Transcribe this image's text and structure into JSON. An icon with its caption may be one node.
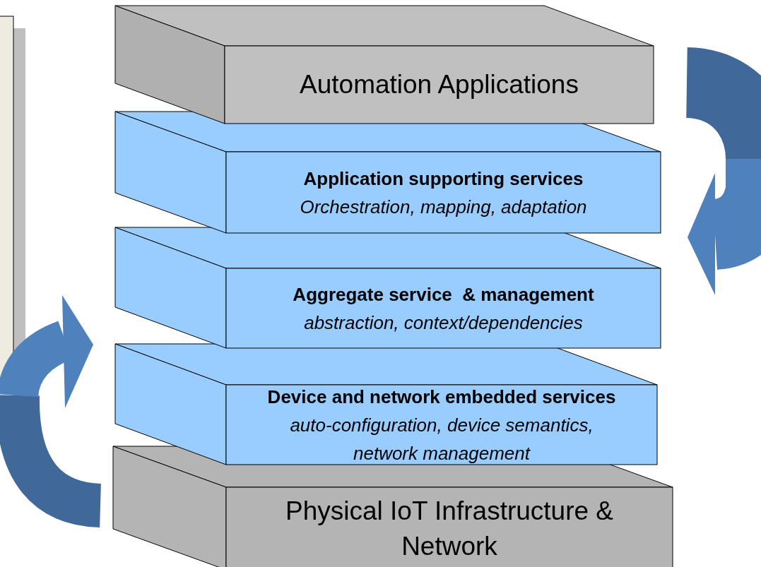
{
  "diagram": {
    "nodes": [
      {
        "text": [
          "Automation Applications"
        ]
      },
      {
        "text": [
          "Application supporting services",
          "Orchestration, mapping, adaptation"
        ]
      },
      {
        "text": [
          "Aggregate service  & management",
          "abstraction, context/dependencies"
        ]
      },
      {
        "text": [
          "Device and network embedded services",
          "auto-configuration, device semantics, network management"
        ]
      },
      {
        "text": [
          "Physical IoT Infrastructure & Network"
        ]
      }
    ]
  }
}
